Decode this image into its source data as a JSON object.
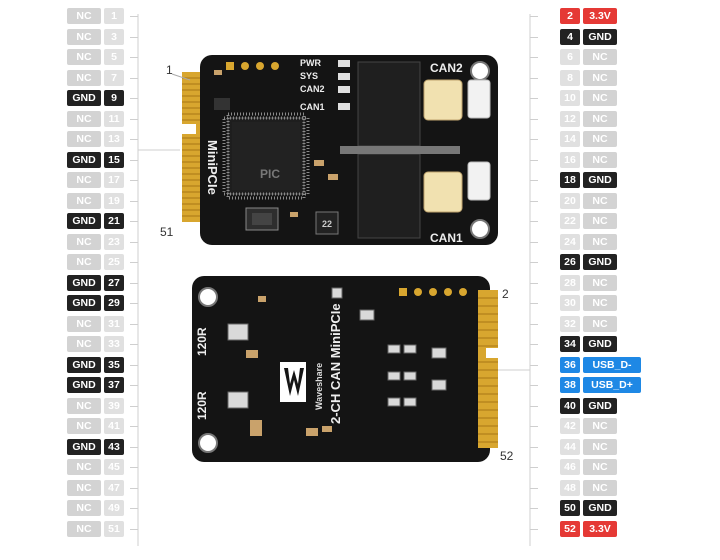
{
  "left_pins": [
    {
      "num": "1",
      "label": "NC",
      "type": "nc"
    },
    {
      "num": "3",
      "label": "NC",
      "type": "nc"
    },
    {
      "num": "5",
      "label": "NC",
      "type": "nc"
    },
    {
      "num": "7",
      "label": "NC",
      "type": "nc"
    },
    {
      "num": "9",
      "label": "GND",
      "type": "gnd"
    },
    {
      "num": "11",
      "label": "NC",
      "type": "nc"
    },
    {
      "num": "13",
      "label": "NC",
      "type": "nc"
    },
    {
      "num": "15",
      "label": "GND",
      "type": "gnd"
    },
    {
      "num": "17",
      "label": "NC",
      "type": "nc"
    },
    {
      "num": "19",
      "label": "NC",
      "type": "nc"
    },
    {
      "num": "21",
      "label": "GND",
      "type": "gnd"
    },
    {
      "num": "23",
      "label": "NC",
      "type": "nc"
    },
    {
      "num": "25",
      "label": "NC",
      "type": "nc"
    },
    {
      "num": "27",
      "label": "GND",
      "type": "gnd"
    },
    {
      "num": "29",
      "label": "GND",
      "type": "gnd"
    },
    {
      "num": "31",
      "label": "NC",
      "type": "nc"
    },
    {
      "num": "33",
      "label": "NC",
      "type": "nc"
    },
    {
      "num": "35",
      "label": "GND",
      "type": "gnd"
    },
    {
      "num": "37",
      "label": "GND",
      "type": "gnd"
    },
    {
      "num": "39",
      "label": "NC",
      "type": "nc"
    },
    {
      "num": "41",
      "label": "NC",
      "type": "nc"
    },
    {
      "num": "43",
      "label": "GND",
      "type": "gnd"
    },
    {
      "num": "45",
      "label": "NC",
      "type": "nc"
    },
    {
      "num": "47",
      "label": "NC",
      "type": "nc"
    },
    {
      "num": "49",
      "label": "NC",
      "type": "nc"
    },
    {
      "num": "51",
      "label": "NC",
      "type": "nc"
    }
  ],
  "right_pins": [
    {
      "num": "2",
      "label": "3.3V",
      "type": "pwr"
    },
    {
      "num": "4",
      "label": "GND",
      "type": "gnd"
    },
    {
      "num": "6",
      "label": "NC",
      "type": "nc"
    },
    {
      "num": "8",
      "label": "NC",
      "type": "nc"
    },
    {
      "num": "10",
      "label": "NC",
      "type": "nc"
    },
    {
      "num": "12",
      "label": "NC",
      "type": "nc"
    },
    {
      "num": "14",
      "label": "NC",
      "type": "nc"
    },
    {
      "num": "16",
      "label": "NC",
      "type": "nc"
    },
    {
      "num": "18",
      "label": "GND",
      "type": "gnd"
    },
    {
      "num": "20",
      "label": "NC",
      "type": "nc"
    },
    {
      "num": "22",
      "label": "NC",
      "type": "nc"
    },
    {
      "num": "24",
      "label": "NC",
      "type": "nc"
    },
    {
      "num": "26",
      "label": "GND",
      "type": "gnd"
    },
    {
      "num": "28",
      "label": "NC",
      "type": "nc"
    },
    {
      "num": "30",
      "label": "NC",
      "type": "nc"
    },
    {
      "num": "32",
      "label": "NC",
      "type": "nc"
    },
    {
      "num": "34",
      "label": "GND",
      "type": "gnd"
    },
    {
      "num": "36",
      "label": "USB_D-",
      "type": "usb"
    },
    {
      "num": "38",
      "label": "USB_D+",
      "type": "usb"
    },
    {
      "num": "40",
      "label": "GND",
      "type": "gnd"
    },
    {
      "num": "42",
      "label": "NC",
      "type": "nc"
    },
    {
      "num": "44",
      "label": "NC",
      "type": "nc"
    },
    {
      "num": "46",
      "label": "NC",
      "type": "nc"
    },
    {
      "num": "48",
      "label": "NC",
      "type": "nc"
    },
    {
      "num": "50",
      "label": "GND",
      "type": "gnd"
    },
    {
      "num": "52",
      "label": "3.3V",
      "type": "pwr"
    }
  ],
  "front_board": {
    "callout_top": "1",
    "callout_bottom": "51",
    "side_label": "MiniPCIe",
    "leds": [
      "PWR",
      "SYS",
      "CAN2",
      "CAN1"
    ],
    "port_top": "CAN2",
    "port_bottom": "CAN1",
    "chip_text": [
      "PIC"
    ],
    "inductor": "22"
  },
  "back_board": {
    "callout_top": "2",
    "callout_bottom": "52",
    "title": "2-CH CAN MiniPCIe",
    "brand": "Waveshare",
    "resistors": [
      "120R",
      "120R"
    ]
  },
  "colors": {
    "nc": "#d3d3d3",
    "gnd": "#222222",
    "pwr": "#e53935",
    "usb": "#1e88e5",
    "board": "#141414",
    "gold": "#d8a62f"
  }
}
